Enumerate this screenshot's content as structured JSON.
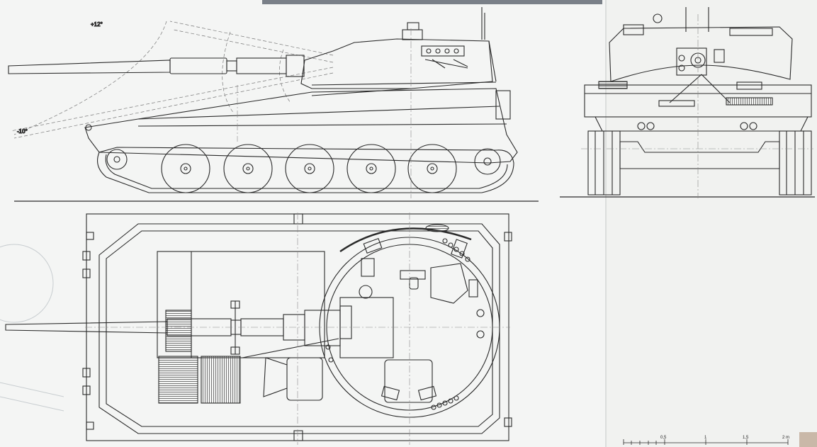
{
  "annotations": {
    "elevation_angle": "+12°",
    "depression_angle": "-10°"
  },
  "scale_bar": {
    "ticks": [
      "0,5",
      "1",
      "1,5",
      "2 m"
    ]
  },
  "colors": {
    "paper": "#f4f5f4",
    "paper_right": "#f1f2f0",
    "ink": "#2a2a2a",
    "hatch": "#555555"
  }
}
